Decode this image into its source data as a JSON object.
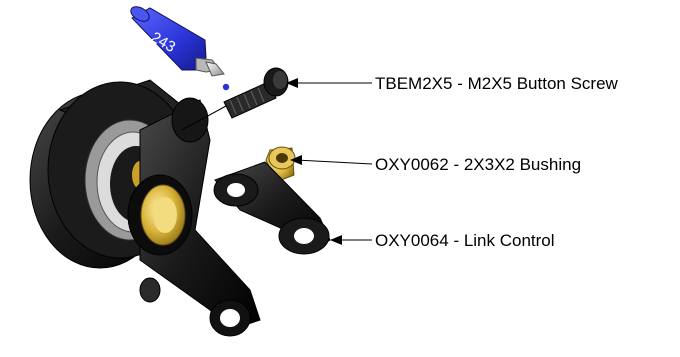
{
  "callouts": [
    {
      "part": "TBEM2X5",
      "description": "M2X5 Button Screw",
      "text": "TBEM2X5 - M2X5 Button Screw"
    },
    {
      "part": "OXY0062",
      "description": "2X3X2 Bushing",
      "text": "OXY0062 - 2X3X2 Bushing"
    },
    {
      "part": "OXY0064",
      "description": "Link Control",
      "text": "OXY0064 - Link Control"
    }
  ],
  "threadlocker_label": "243",
  "colors": {
    "part_black": "#1a1a1a",
    "bushing_gold": "#d8b43a",
    "threadlocker_blue": "#2a33d6",
    "bearing_gray": "#9a9a9a",
    "leader_line": "#000000"
  }
}
